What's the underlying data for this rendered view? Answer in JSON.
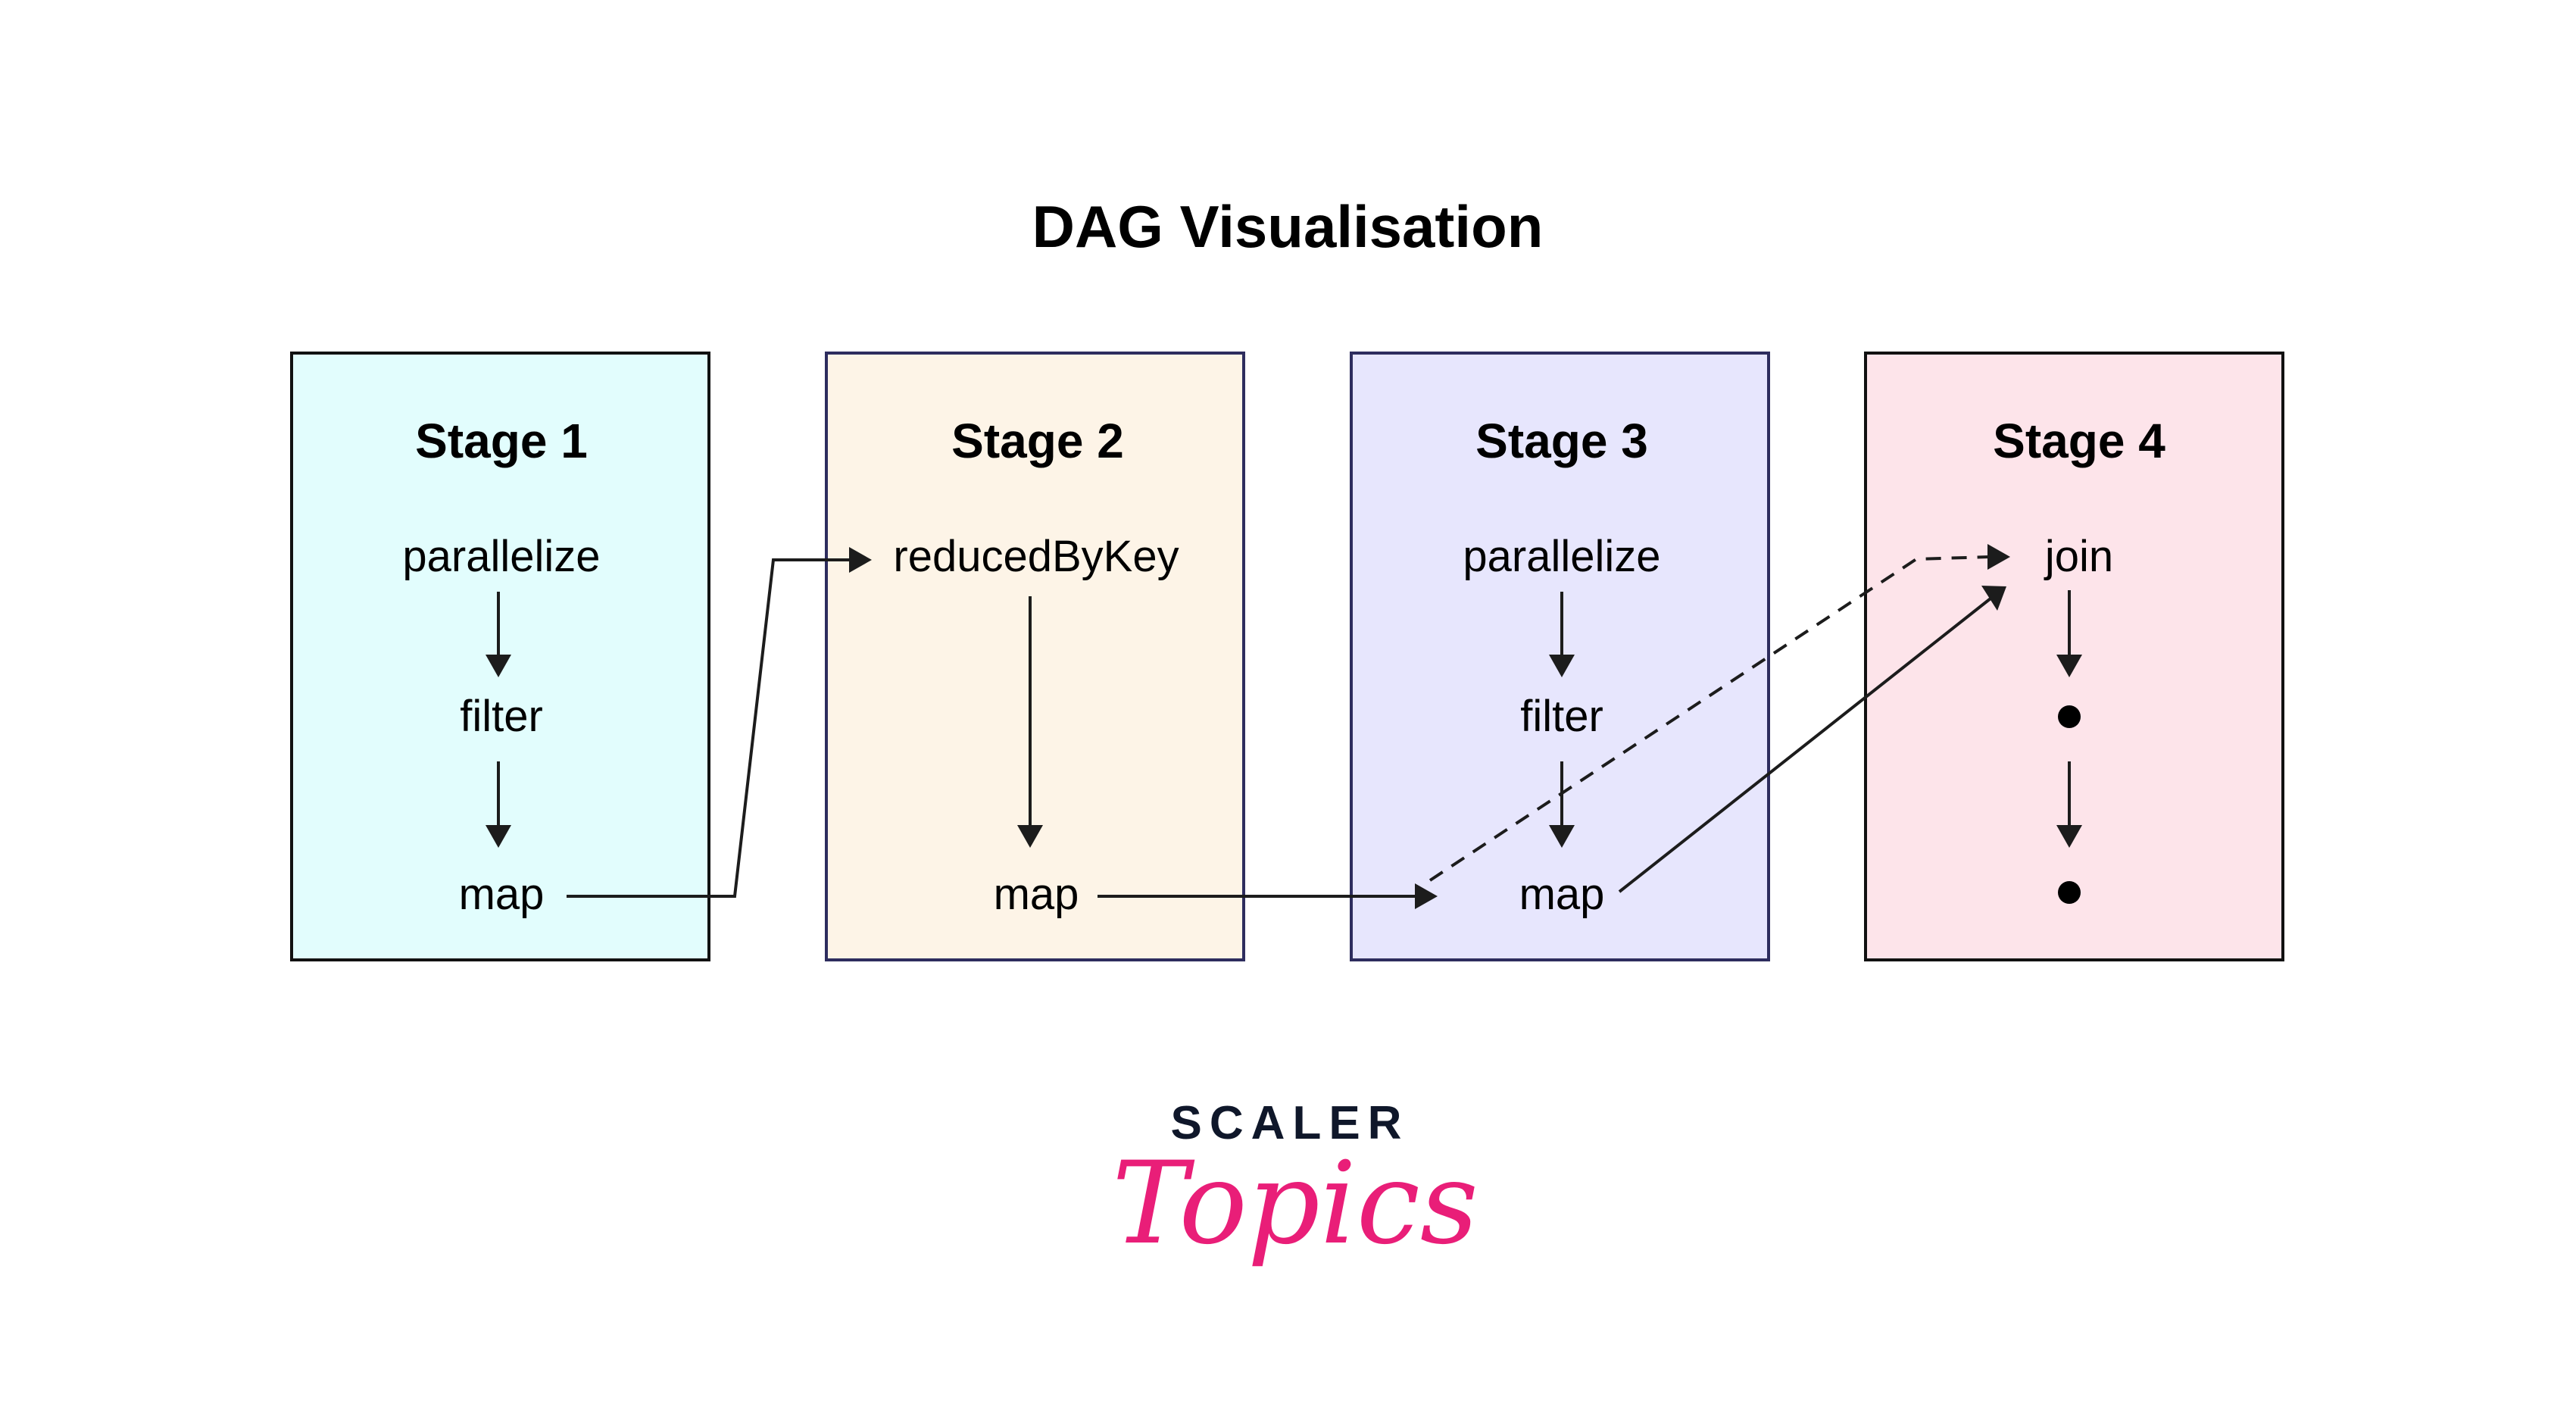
{
  "title": "DAG Visualisation",
  "stages": [
    {
      "id": "stage1",
      "label": "Stage 1",
      "fill": "#e2fdfd",
      "border": "#111111",
      "operations": [
        "parallelize",
        "filter",
        "map"
      ]
    },
    {
      "id": "stage2",
      "label": "Stage 2",
      "fill": "#fdf4e7",
      "border": "#2e2d5e",
      "operations": [
        "reducedByKey",
        "map"
      ]
    },
    {
      "id": "stage3",
      "label": "Stage 3",
      "fill": "#e7e6fd",
      "border": "#2e2d5e",
      "operations": [
        "parallelize",
        "filter",
        "map"
      ]
    },
    {
      "id": "stage4",
      "label": "Stage 4",
      "fill": "#fde4ea",
      "border": "#111111",
      "operations": [
        "join",
        "•",
        "•"
      ]
    }
  ],
  "edges": [
    {
      "from": "stage1.parallelize",
      "to": "stage1.filter",
      "style": "solid"
    },
    {
      "from": "stage1.filter",
      "to": "stage1.map",
      "style": "solid"
    },
    {
      "from": "stage1.map",
      "to": "stage2.reducedByKey",
      "style": "solid"
    },
    {
      "from": "stage2.reducedByKey",
      "to": "stage2.map",
      "style": "solid"
    },
    {
      "from": "stage2.map",
      "to": "stage3.map-input",
      "style": "solid"
    },
    {
      "from": "stage3.parallelize",
      "to": "stage3.filter",
      "style": "solid"
    },
    {
      "from": "stage3.filter",
      "to": "stage3.map",
      "style": "solid"
    },
    {
      "from": "stage3.map-input",
      "to": "stage4.join",
      "style": "dashed"
    },
    {
      "from": "stage3.map",
      "to": "stage4.join",
      "style": "solid"
    },
    {
      "from": "stage4.join",
      "to": "stage4.dot1",
      "style": "solid"
    },
    {
      "from": "stage4.dot1",
      "to": "stage4.dot2",
      "style": "solid"
    }
  ],
  "logo": {
    "brand": "SCALER",
    "product": "Topics",
    "brand_color": "#0f172a",
    "product_color": "#e91e78"
  },
  "colors": {
    "arrow": "#1c1c1c"
  }
}
